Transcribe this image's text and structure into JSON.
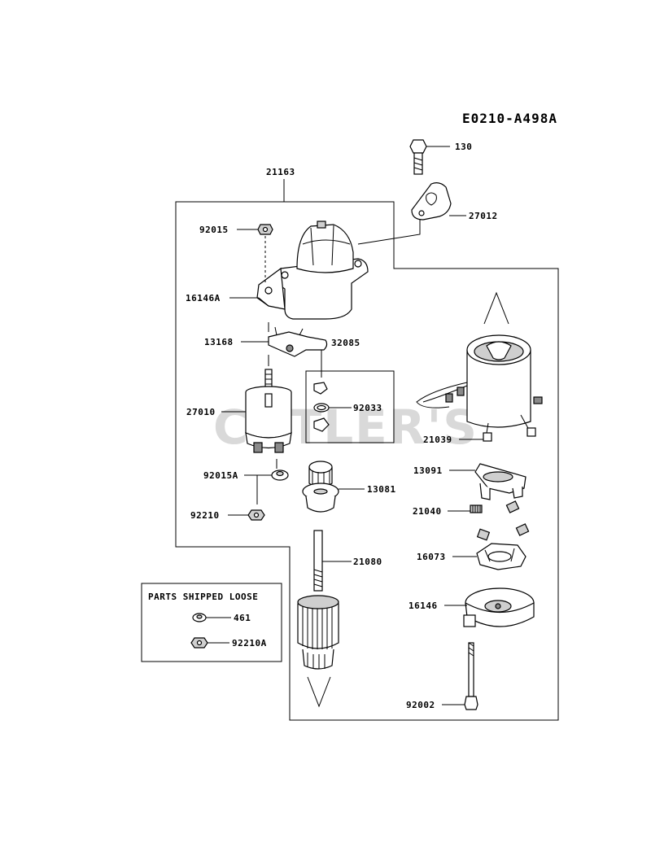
{
  "diagram": {
    "code": "E0210-A498A",
    "watermark": "CUTLER'S",
    "loose_box_title": "PARTS SHIPPED LOOSE",
    "parts": {
      "p130": "130",
      "p21163": "21163",
      "p27012": "27012",
      "p92015": "92015",
      "p16146A": "16146A",
      "p13168": "13168",
      "p32085": "32085",
      "p27010": "27010",
      "p92033": "92033",
      "p21039": "21039",
      "p92015A": "92015A",
      "p13091": "13091",
      "p13081": "13081",
      "p92210": "92210",
      "p21040": "21040",
      "p16073": "16073",
      "p21080": "21080",
      "p461": "461",
      "p92210A": "92210A",
      "p16146": "16146",
      "p92002": "92002"
    }
  }
}
